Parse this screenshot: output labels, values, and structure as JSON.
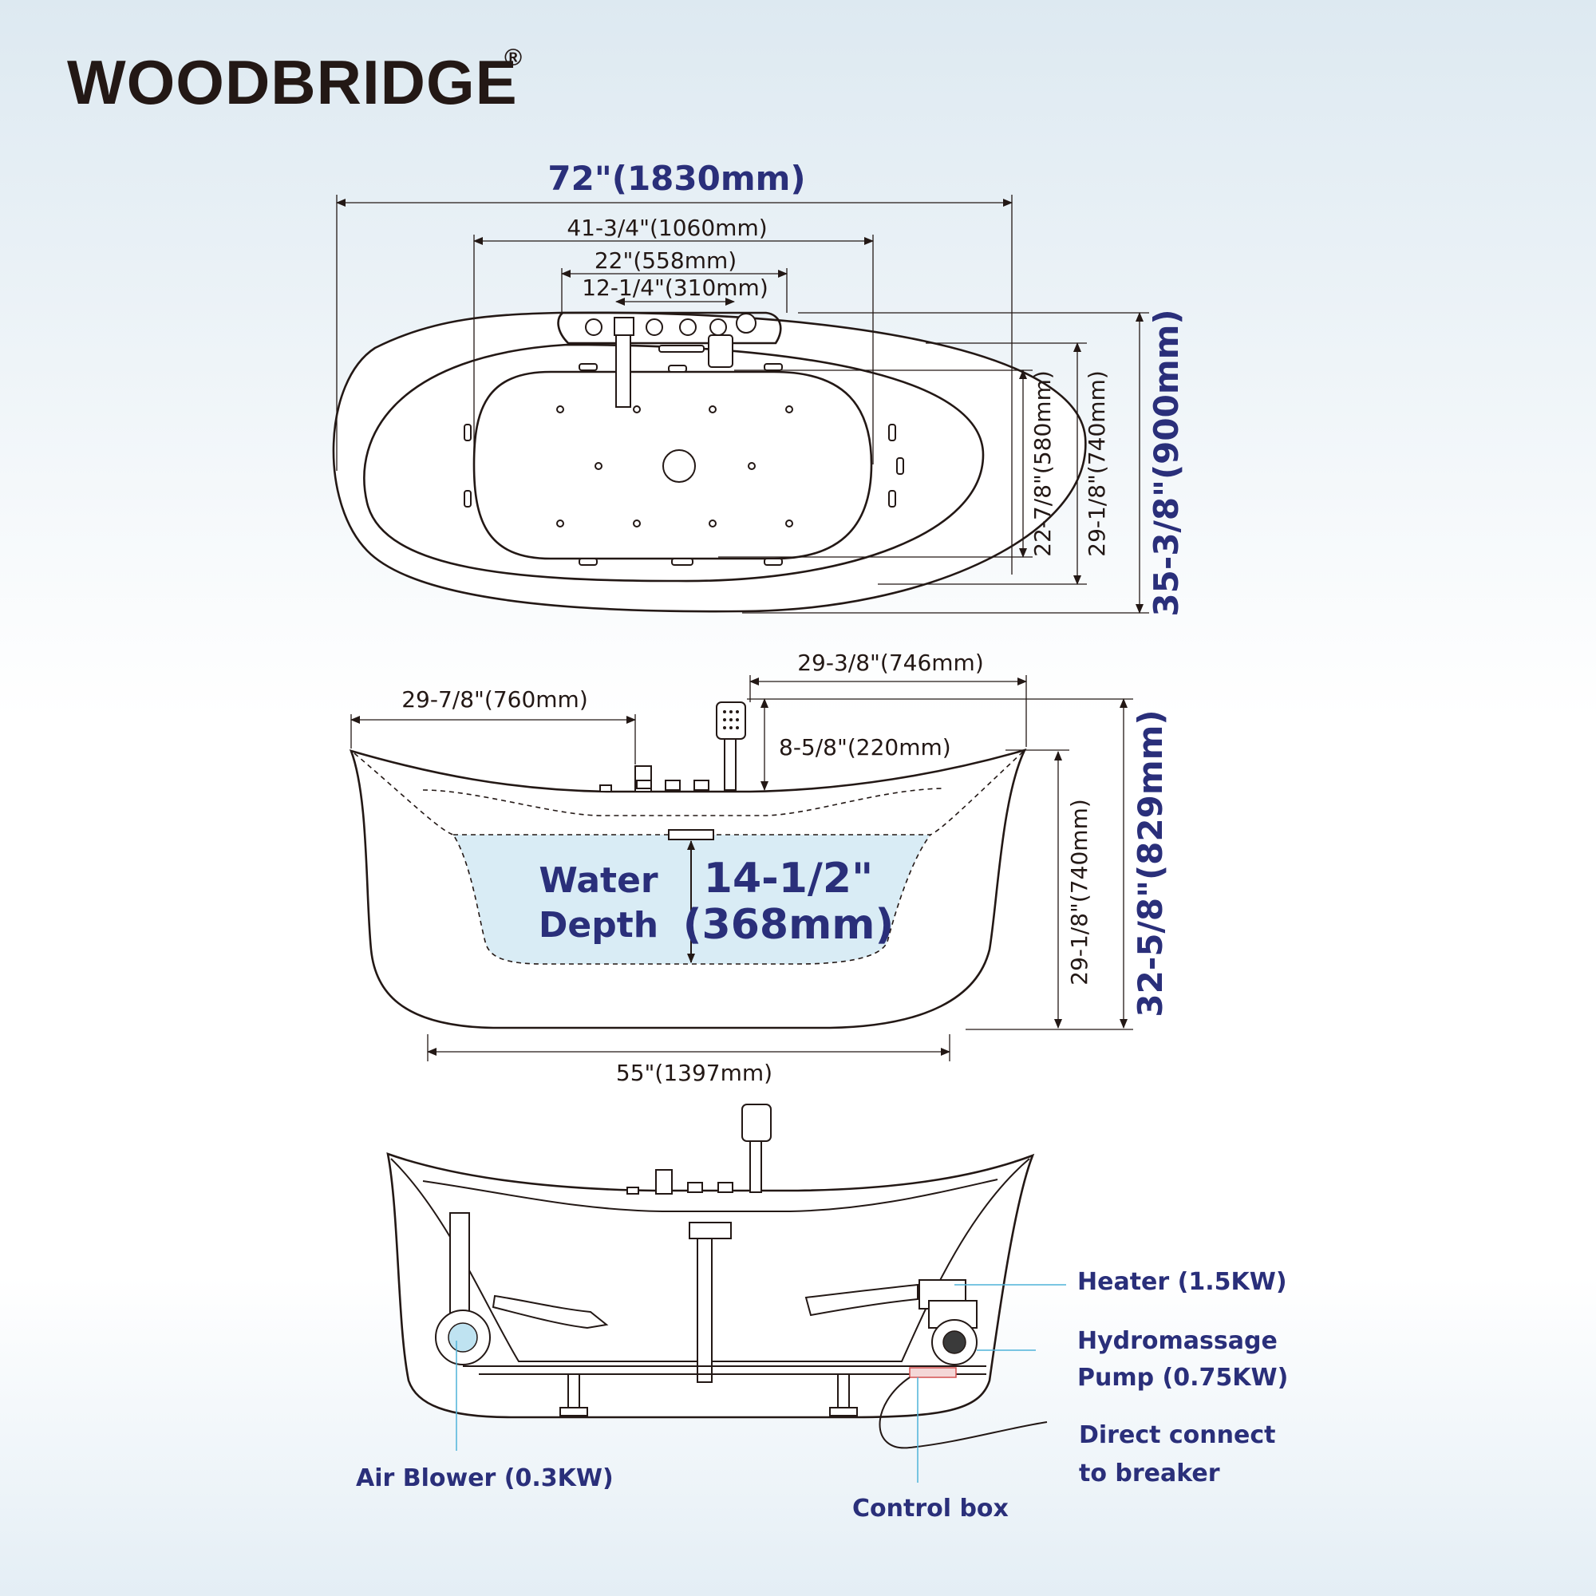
{
  "brand": {
    "name": "WOODBRIDGE",
    "mark": "®"
  },
  "top_view": {
    "overall_length": "72\"(1830mm)",
    "inner_length": "41-3/4\"(1060mm)",
    "deck_width": "22\"(558mm)",
    "faucet_span": "12-1/4\"(310mm)",
    "inner_width": "22-7/8\"(580mm)",
    "rim_width": "29-1/8\"(740mm)",
    "overall_width": "35-3/8\"(900mm)"
  },
  "side_view": {
    "half_length": "29-7/8\"(760mm)",
    "faucet_to_end": "29-3/8\"(746mm)",
    "shower_height": "8-5/8\"(220mm)",
    "tub_height": "29-1/8\"(740mm)",
    "overall_height": "32-5/8\"(829mm)",
    "base_length": "55\"(1397mm)",
    "water_label_1": "Water",
    "water_label_2": "Depth",
    "water_depth_1": "14-1/2\"",
    "water_depth_2": "(368mm)"
  },
  "components": {
    "heater": "Heater (1.5KW)",
    "pump_1": "Hydromassage",
    "pump_2": "Pump (0.75KW)",
    "breaker_1": "Direct connect",
    "breaker_2": "to breaker",
    "air_blower": "Air  Blower (0.3KW)",
    "control_box": "Control box"
  },
  "colors": {
    "label": "#2a2f7a",
    "line": "#231815",
    "water": "#d9ecf5",
    "callout": "#4fb3d9"
  }
}
